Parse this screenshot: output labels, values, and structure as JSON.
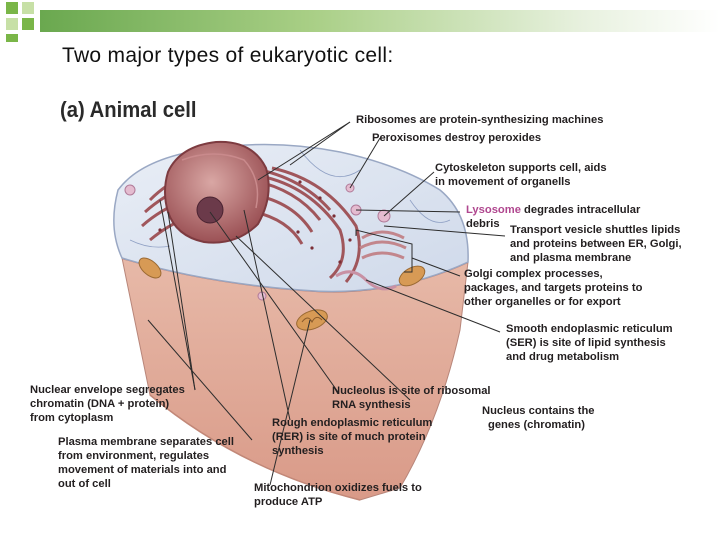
{
  "slide": {
    "title": "Two major types of eukaryotic cell:",
    "accent_color": "#7ab648"
  },
  "figure": {
    "panel_title": "(a) Animal cell",
    "labels": {
      "ribosomes": "Ribosomes are protein-synthesizing machines",
      "peroxisomes": "Peroxisomes destroy peroxides",
      "cytoskeleton": [
        "Cytoskeleton supports cell, aids",
        "in movement of organells"
      ],
      "lysosome_term": "Lysosome",
      "lysosome_rest": " degrades intracellular",
      "lysosome_line2": "debris",
      "transport_vesicle": [
        "Transport vesicle shuttles lipids",
        "and proteins between ER, Golgi,",
        "and plasma membrane"
      ],
      "golgi": [
        "Golgi complex processes,",
        "packages, and targets proteins to",
        "other organelles or for export"
      ],
      "ser": [
        "Smooth endoplasmic reticulum",
        "(SER) is site of lipid synthesis",
        "and drug metabolism"
      ],
      "nuclear_envelope": [
        "Nuclear envelope segregates",
        "chromatin (DNA + protein)",
        "from cytoplasm"
      ],
      "nucleolus": [
        "Nucleolus is site of ribosomal",
        "RNA synthesis"
      ],
      "nucleus": [
        "Nucleus contains the",
        "genes (chromatin)"
      ],
      "rer": [
        "Rough endoplasmic reticulum",
        "(RER) is site of much protein",
        "synthesis"
      ],
      "plasma_membrane": [
        "Plasma membrane separates cell",
        "from environment, regulates",
        "movement of materials into and",
        "out of cell"
      ],
      "mitochondrion": [
        "Mitochondrion oxidizes fuels to",
        "produce ATP"
      ]
    }
  }
}
